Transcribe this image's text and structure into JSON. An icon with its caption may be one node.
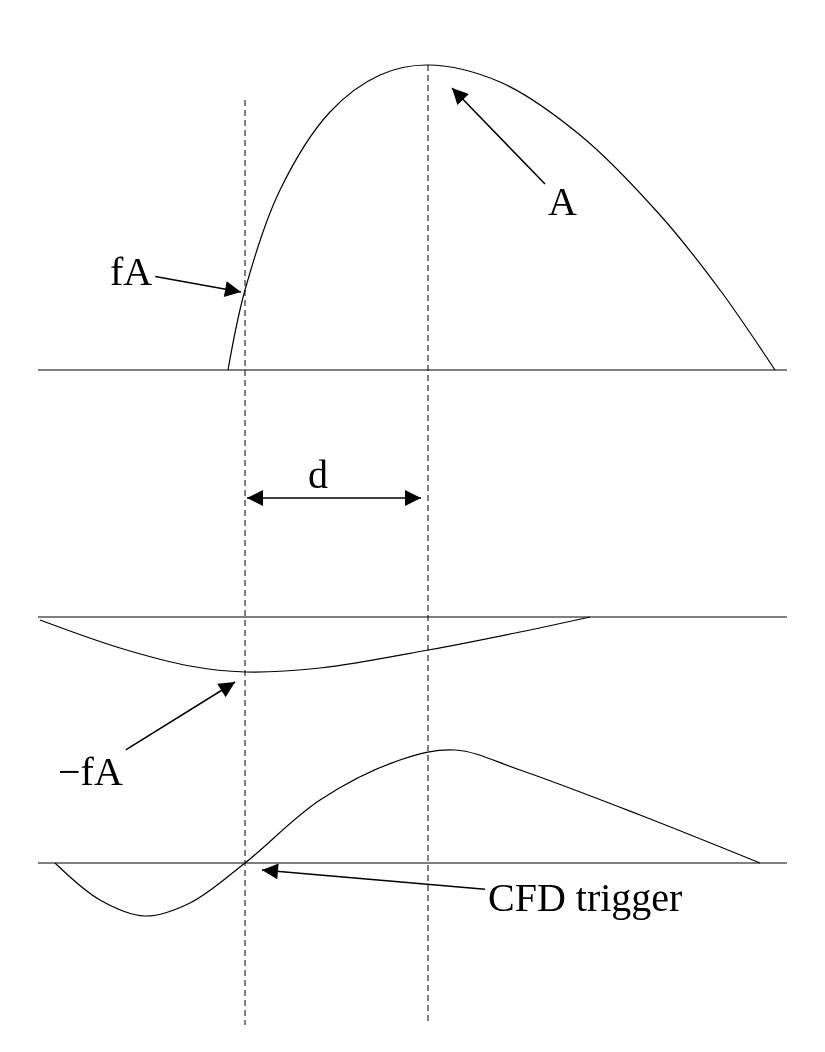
{
  "diagram": {
    "nodes": [
      {
        "text": [
          "A"
        ]
      },
      {
        "text": [
          "fA"
        ]
      },
      {
        "text": [
          "−fA"
        ]
      },
      {
        "text": [
          "CFD trigger"
        ]
      }
    ],
    "edges": [
      {
        "from": 0,
        "to": null,
        "arrow": "to"
      },
      {
        "from": 1,
        "to": null,
        "arrow": "to"
      },
      {
        "from": 2,
        "to": null,
        "arrow": "to"
      },
      {
        "from": 3,
        "to": null,
        "arrow": "to"
      }
    ],
    "labels": [
      "d"
    ]
  }
}
